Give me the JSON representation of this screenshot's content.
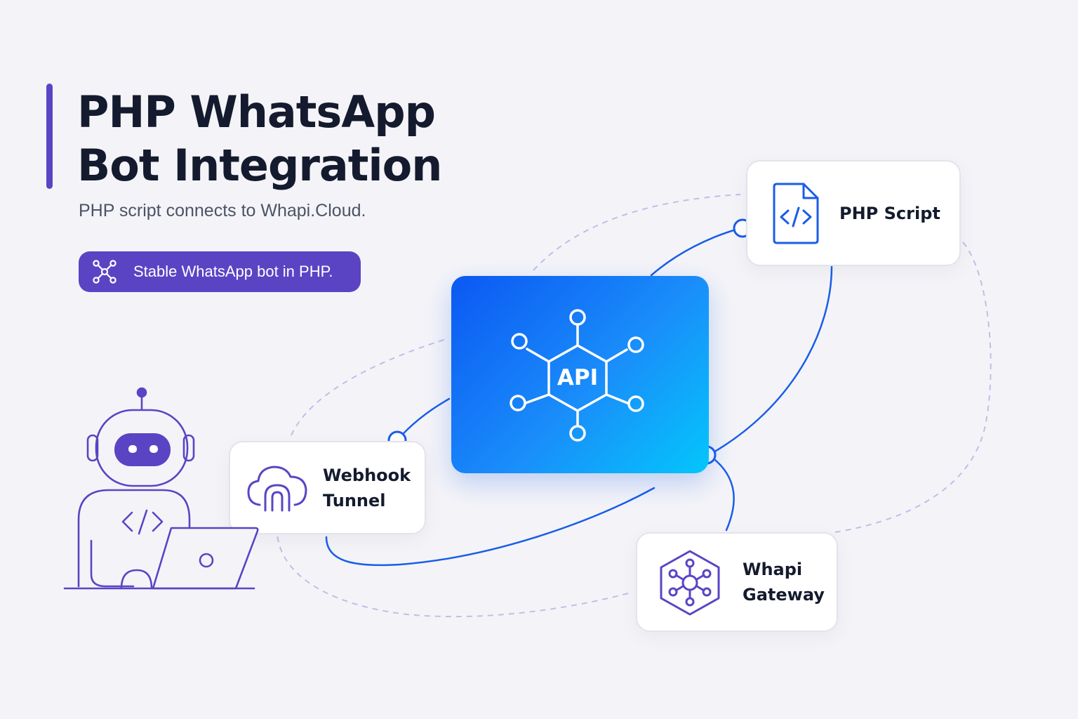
{
  "header": {
    "title_line1": "PHP WhatsApp",
    "title_line2": "Bot Integration",
    "subtitle": "PHP script connects to Whapi.Cloud.",
    "badge_label": "Stable WhatsApp bot in PHP."
  },
  "nodes": {
    "api": {
      "label": "API"
    },
    "php_script": {
      "label": "PHP Script"
    },
    "webhook_tunnel": {
      "label_line1": "Webhook",
      "label_line2": "Tunnel"
    },
    "whapi_gateway": {
      "label_line1": "Whapi",
      "label_line2": "Gateway"
    }
  },
  "icons": {
    "badge": "network-nodes-icon",
    "php_script": "code-file-icon",
    "webhook_tunnel": "cloud-tunnel-icon",
    "whapi_gateway": "hexagon-hub-icon",
    "api": "api-network-icon",
    "developer": "robot-laptop-icon"
  },
  "colors": {
    "background": "#f4f4f8",
    "accent_purple": "#5b44c4",
    "connector_blue": "#1a5de8",
    "dashed_orbit": "#c4bce8",
    "api_gradient_start": "#0b58f2",
    "api_gradient_end": "#04c6fb",
    "title_text": "#151b2e"
  }
}
